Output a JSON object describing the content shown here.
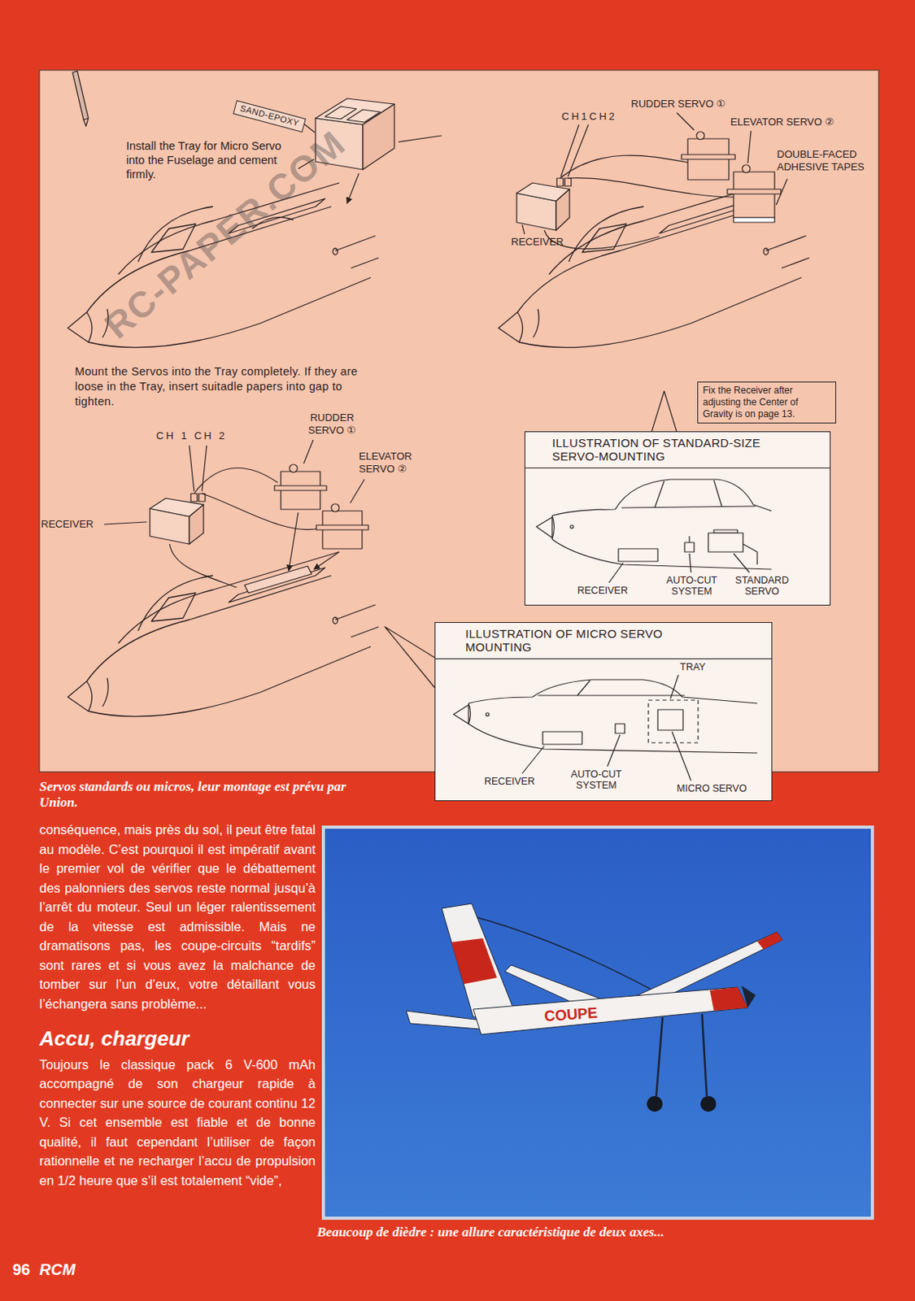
{
  "diagram": {
    "nodes": [
      {
        "text": [
          "SAND-EPOXY"
        ]
      },
      {
        "text": [
          "Fix the Receiver after adjusting the Center of Gravity is on page 13."
        ]
      },
      {
        "text": [
          "ILLUSTRATION OF STANDARD-SIZE SERVO-MOUNTING"
        ]
      },
      {
        "text": [
          "ILLUSTRATION OF MICRO SERVO MOUNTING"
        ]
      }
    ],
    "labels": [
      "RC-PAPER.COM",
      "Install the Tray for Micro Servo into the Fuselage and cement firmly.",
      "RUDDER SERVO ①",
      "CH1CH2",
      "ELEVATOR SERVO ②",
      "DOUBLE-FACED ADHESIVE TAPES",
      "RECEIVER",
      "Mount the Servos into the Tray completely. If they are loose in the Tray, insert suitadle papers into gap to tighten.",
      "CH 1 CH 2",
      "RUDDER SERVO ①",
      "ELEVATOR SERVO ②",
      "RECEIVER",
      "RECEIVER",
      "AUTO-CUT SYSTEM",
      "STANDARD SERVO",
      "TRAY",
      "RECEIVER",
      "AUTO-CUT SYSTEM",
      "MICRO SERVO",
      "Servos standards ou micros, leur montage est prévu par Union.",
      "conséquence, mais près du sol, il peut être fatal au modèle. C’est pourquoi il est impératif avant le premier vol de vérifier que le débattement des palonniers des servos reste normal jusqu’à l’arrêt du moteur. Seul un léger ralentissement de la vitesse est admissible. Mais ne dramatisons pas, les coupe-circuits “tardifs” sont rares et si vous avez la malchance de tomber sur l’un d’eux, votre détaillant vous l’échangera sans problème...",
      "Accu, chargeur",
      "Toujours le classique pack 6 V-600 mAh accompagné de son chargeur rapide à connecter sur une source de courant continu 12 V. Si cet ensemble est fiable et de bonne qualité, il faut cependant l’utiliser de façon rationnelle et ne recharger l’accu de propulsion en 1/2 heure que s’il est totalement “vide”,",
      "COUPE",
      "Beaucoup de dièdre : une allure caractéristique de deux axes...",
      "96",
      "RCM"
    ]
  }
}
